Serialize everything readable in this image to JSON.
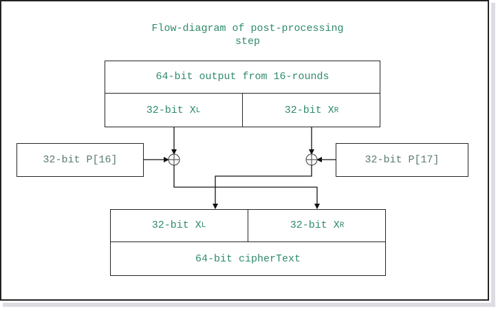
{
  "title": "Flow-diagram of post-processing step",
  "top_block": {
    "header": "64-bit output from 16-rounds",
    "left_prefix": "32-bit X",
    "left_sub": "L",
    "right_prefix": "32-bit X",
    "right_sub": "R"
  },
  "p16": "32-bit P[16]",
  "p17": "32-bit P[17]",
  "xor_symbol": "⊕",
  "bottom_block": {
    "left_prefix": "32-bit X",
    "left_sub": "L",
    "right_prefix": "32-bit X",
    "right_sub": "R",
    "footer": "64-bit cipherText"
  }
}
